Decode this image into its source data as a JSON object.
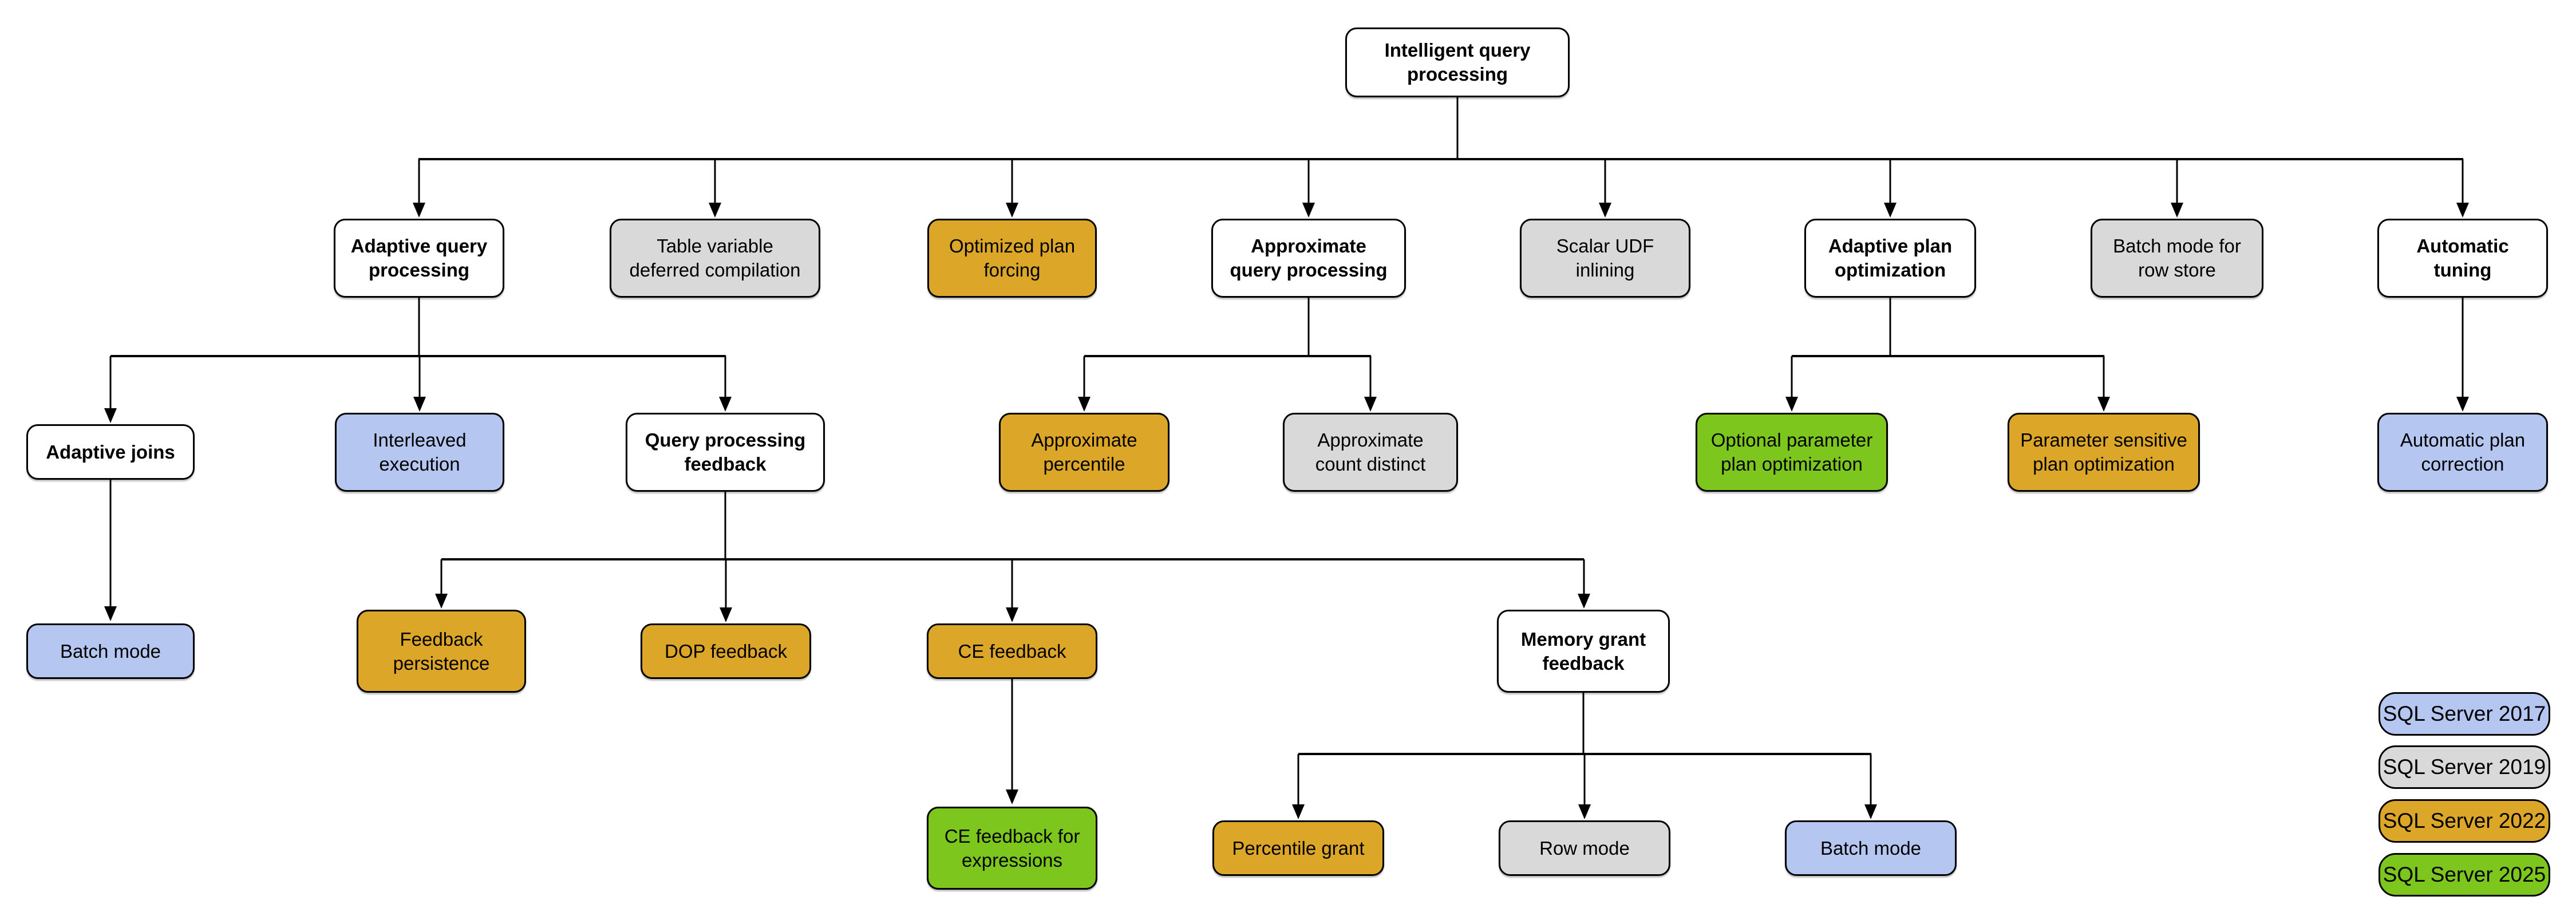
{
  "palette": {
    "sql_2017_blue": "#B5C7F0",
    "sql_2019_gray": "#D9D9D9",
    "sql_2022_gold": "#DCA728",
    "sql_2025_green": "#7CC61E",
    "category_white": "#FFFFFF",
    "line_black": "#000000"
  },
  "nodes": {
    "intelligent_query_processing": {
      "label": "Intelligent query\nprocessing",
      "version": "none"
    },
    "adaptive_query_processing": {
      "label": "Adaptive query\nprocessing",
      "version": "none"
    },
    "table_variable_deferred_compilation": {
      "label": "Table variable\ndeferred compilation",
      "version": "2019"
    },
    "optimized_plan_forcing": {
      "label": "Optimized plan\nforcing",
      "version": "2022"
    },
    "approximate_query_processing": {
      "label": "Approximate\nquery processing",
      "version": "none"
    },
    "scalar_udf_inlining": {
      "label": "Scalar UDF\ninlining",
      "version": "2019"
    },
    "adaptive_plan_optimization": {
      "label": "Adaptive plan\noptimization",
      "version": "none"
    },
    "batch_mode_for_row_store": {
      "label": "Batch mode for\nrow store",
      "version": "2019"
    },
    "automatic_tuning": {
      "label": "Automatic\ntuning",
      "version": "none"
    },
    "adaptive_joins": {
      "label": "Adaptive joins",
      "version": "none"
    },
    "interleaved_execution": {
      "label": "Interleaved\nexecution",
      "version": "2017"
    },
    "query_processing_feedback": {
      "label": "Query processing\nfeedback",
      "version": "none"
    },
    "approximate_percentile": {
      "label": "Approximate\npercentile",
      "version": "2022"
    },
    "approximate_count_distinct": {
      "label": "Approximate\ncount distinct",
      "version": "2019"
    },
    "optional_parameter_plan_optimization": {
      "label": "Optional parameter\nplan optimization",
      "version": "2025"
    },
    "parameter_sensitive_plan_optimization": {
      "label": "Parameter sensitive\nplan optimization",
      "version": "2022"
    },
    "automatic_plan_correction": {
      "label": "Automatic plan\ncorrection",
      "version": "2017"
    },
    "batch_mode_under_adaptive_joins": {
      "label": "Batch mode",
      "version": "2017"
    },
    "feedback_persistence": {
      "label": "Feedback\npersistence",
      "version": "2022"
    },
    "dop_feedback": {
      "label": "DOP feedback",
      "version": "2022"
    },
    "ce_feedback": {
      "label": "CE feedback",
      "version": "2022"
    },
    "memory_grant_feedback": {
      "label": "Memory grant\nfeedback",
      "version": "none"
    },
    "ce_feedback_for_expressions": {
      "label": "CE feedback for\nexpressions",
      "version": "2025"
    },
    "percentile_grant": {
      "label": "Percentile grant",
      "version": "2022"
    },
    "row_mode": {
      "label": "Row mode",
      "version": "2019"
    },
    "batch_mode_under_memory_grant": {
      "label": "Batch mode",
      "version": "2017"
    }
  },
  "legend": {
    "items": [
      {
        "label": "SQL Server 2017",
        "color": "#B5C7F0"
      },
      {
        "label": "SQL Server 2019",
        "color": "#D9D9D9"
      },
      {
        "label": "SQL Server 2022",
        "color": "#DCA728"
      },
      {
        "label": "SQL Server 2025",
        "color": "#7CC61E"
      }
    ]
  }
}
